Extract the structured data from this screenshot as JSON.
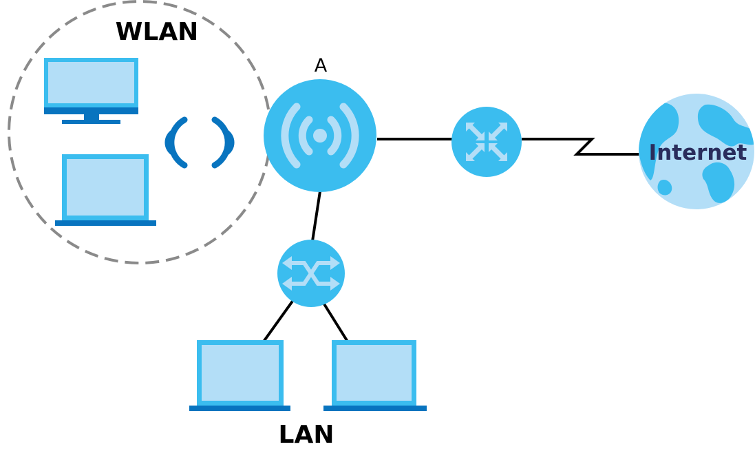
{
  "labels": {
    "wlan": "WLAN",
    "access_point": "A",
    "internet": "Internet",
    "lan": "LAN"
  },
  "colors": {
    "device_blue": "#3bbdef",
    "device_light": "#b3def7",
    "device_dark": "#0874bf",
    "line": "#000000",
    "dashed_circle": "#8a8a8a",
    "internet_text": "#2a2d5c"
  },
  "icons": {
    "wlan_devices": [
      "desktop-monitor-icon",
      "laptop-icon"
    ],
    "wireless_signal": "wireless-signal-icon",
    "access_point": "access-point-icon",
    "router": "router-icon",
    "switch": "switch-icon",
    "internet": "globe-icon",
    "lan_devices": [
      "laptop-icon",
      "laptop-icon"
    ]
  }
}
